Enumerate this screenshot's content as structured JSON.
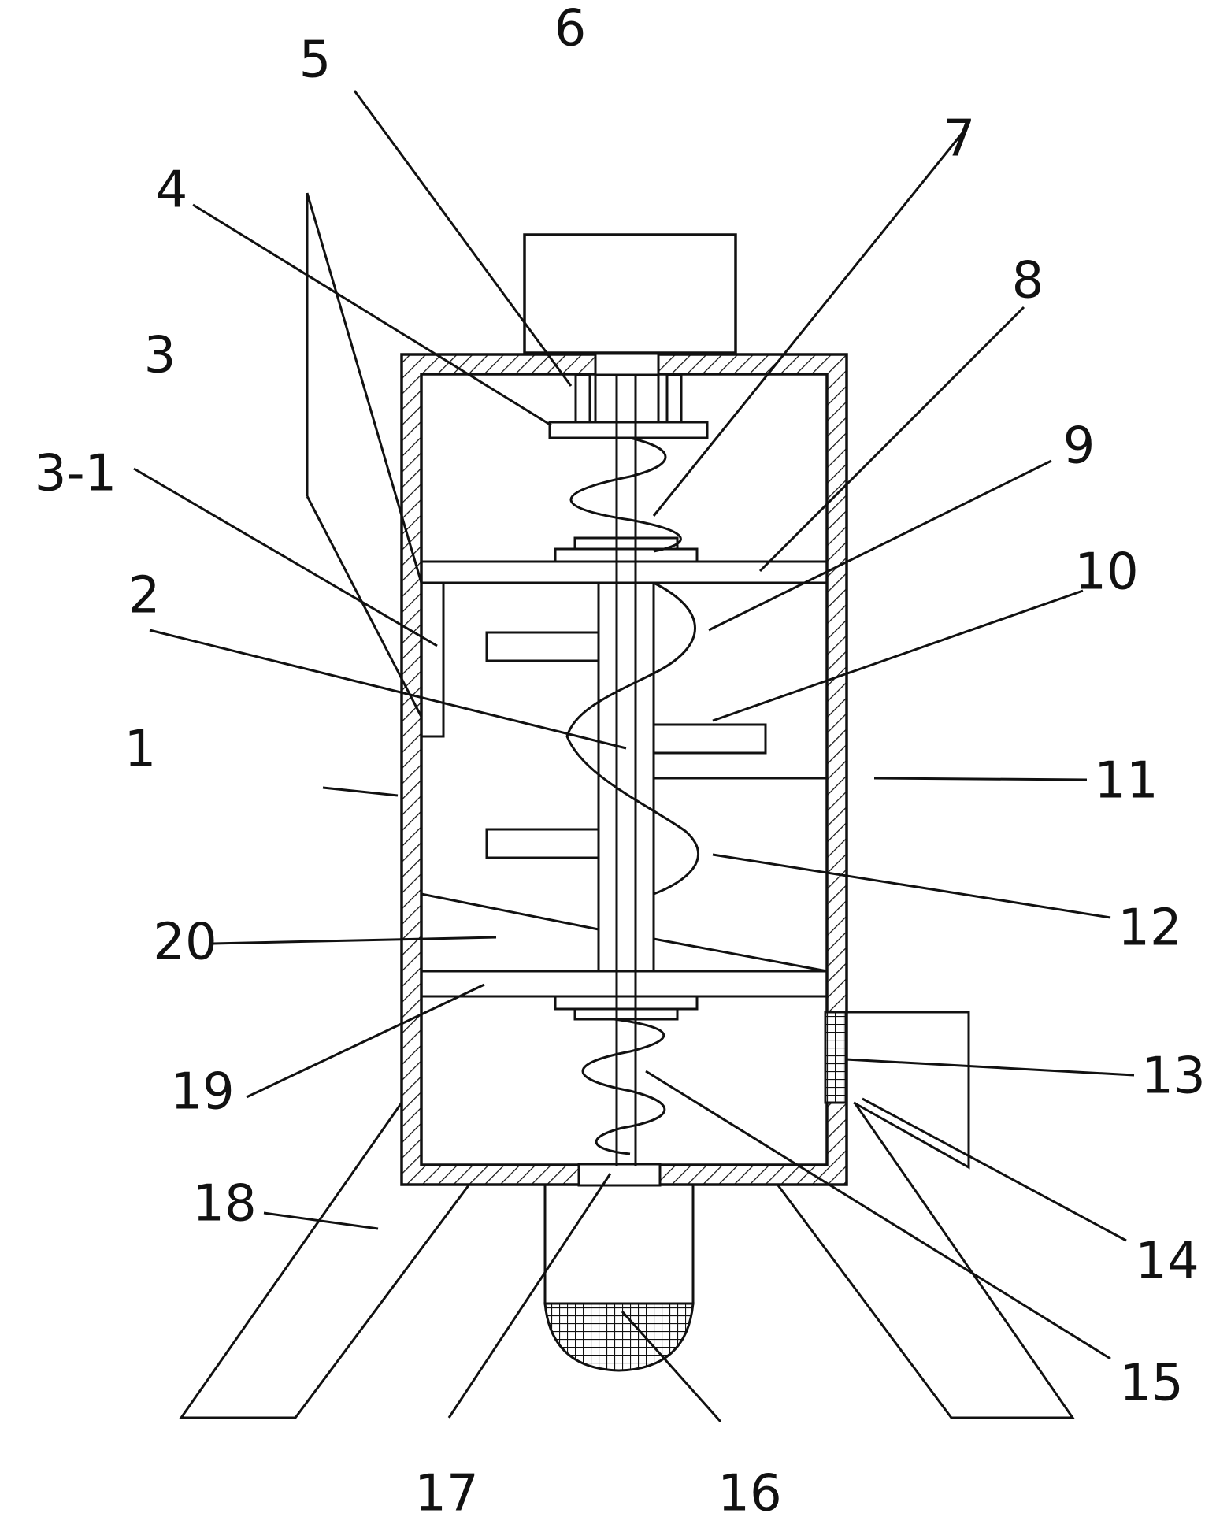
{
  "colors": {
    "ink": "#111111",
    "background": "#ffffff"
  },
  "labels": [
    {
      "id": "1",
      "text": "1"
    },
    {
      "id": "2",
      "text": "2"
    },
    {
      "id": "3",
      "text": "3"
    },
    {
      "id": "3-1",
      "text": "3-1"
    },
    {
      "id": "4",
      "text": "4"
    },
    {
      "id": "5",
      "text": "5"
    },
    {
      "id": "6",
      "text": "6"
    },
    {
      "id": "7",
      "text": "7"
    },
    {
      "id": "8",
      "text": "8"
    },
    {
      "id": "9",
      "text": "9"
    },
    {
      "id": "10",
      "text": "10"
    },
    {
      "id": "11",
      "text": "11"
    },
    {
      "id": "12",
      "text": "12"
    },
    {
      "id": "13",
      "text": "13"
    },
    {
      "id": "14",
      "text": "14"
    },
    {
      "id": "15",
      "text": "15"
    },
    {
      "id": "16",
      "text": "16"
    },
    {
      "id": "17",
      "text": "17"
    },
    {
      "id": "18",
      "text": "18"
    },
    {
      "id": "19",
      "text": "19"
    },
    {
      "id": "20",
      "text": "20"
    }
  ]
}
